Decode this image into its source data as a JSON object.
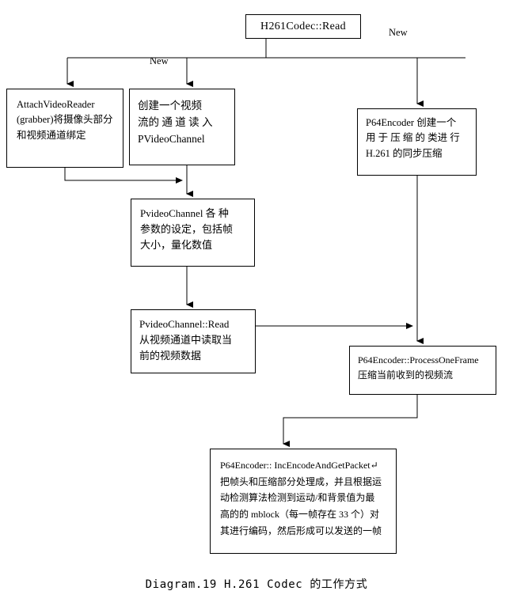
{
  "diagram": {
    "caption": "Diagram.19 H.261 Codec 的工作方式",
    "edge_labels": {
      "left_new": "New",
      "right_new": "New"
    },
    "nodes": {
      "read": {
        "id": "h261codec-read",
        "lines": [
          "H261Codec::Read"
        ]
      },
      "attach_video_reader": {
        "id": "attachvideoreader",
        "lines": [
          "AttachVideoReader",
          "(grabber)将摄像头部分",
          "和视频通道绑定"
        ]
      },
      "create_channel": {
        "id": "create-video-channel",
        "lines": [
          "创建一个视频",
          "流的 通 道 读 入",
          "PVideoChannel"
        ]
      },
      "p64encoder_new": {
        "id": "p64encoder-new",
        "lines": [
          "P64Encoder 创建一个",
          "用 于 压 缩 的 类进 行",
          "H.261 的同步压缩"
        ]
      },
      "channel_params": {
        "id": "pvideochannel-params",
        "lines": [
          "PvideoChannel 各 种",
          "参数的设定，包括帧",
          "大小，量化数值"
        ]
      },
      "channel_read": {
        "id": "pvideochannel-read",
        "lines": [
          "PvideoChannel::Read",
          "从视频通道中读取当",
          "前的视频数据"
        ]
      },
      "process_one_frame": {
        "id": "p64encoder-processoneframe",
        "lines": [
          "P64Encoder::ProcessOneFrame",
          "压缩当前收到的视频流"
        ]
      },
      "inc_encode": {
        "id": "p64encoder-incencodeandgetpacket",
        "lines": [
          "P64Encoder:: IncEncodeAndGetPacket↵",
          "把帧头和压缩部分处理成，并且根据运",
          "动检测算法检测到运动/和背景值为最",
          "高的的 mblock（每一帧存在 33 个）对",
          "其进行编码，然后形成可以发送的一帧"
        ]
      }
    },
    "colors": {
      "stroke": "#000000",
      "background": "#ffffff",
      "text": "#000000"
    }
  }
}
